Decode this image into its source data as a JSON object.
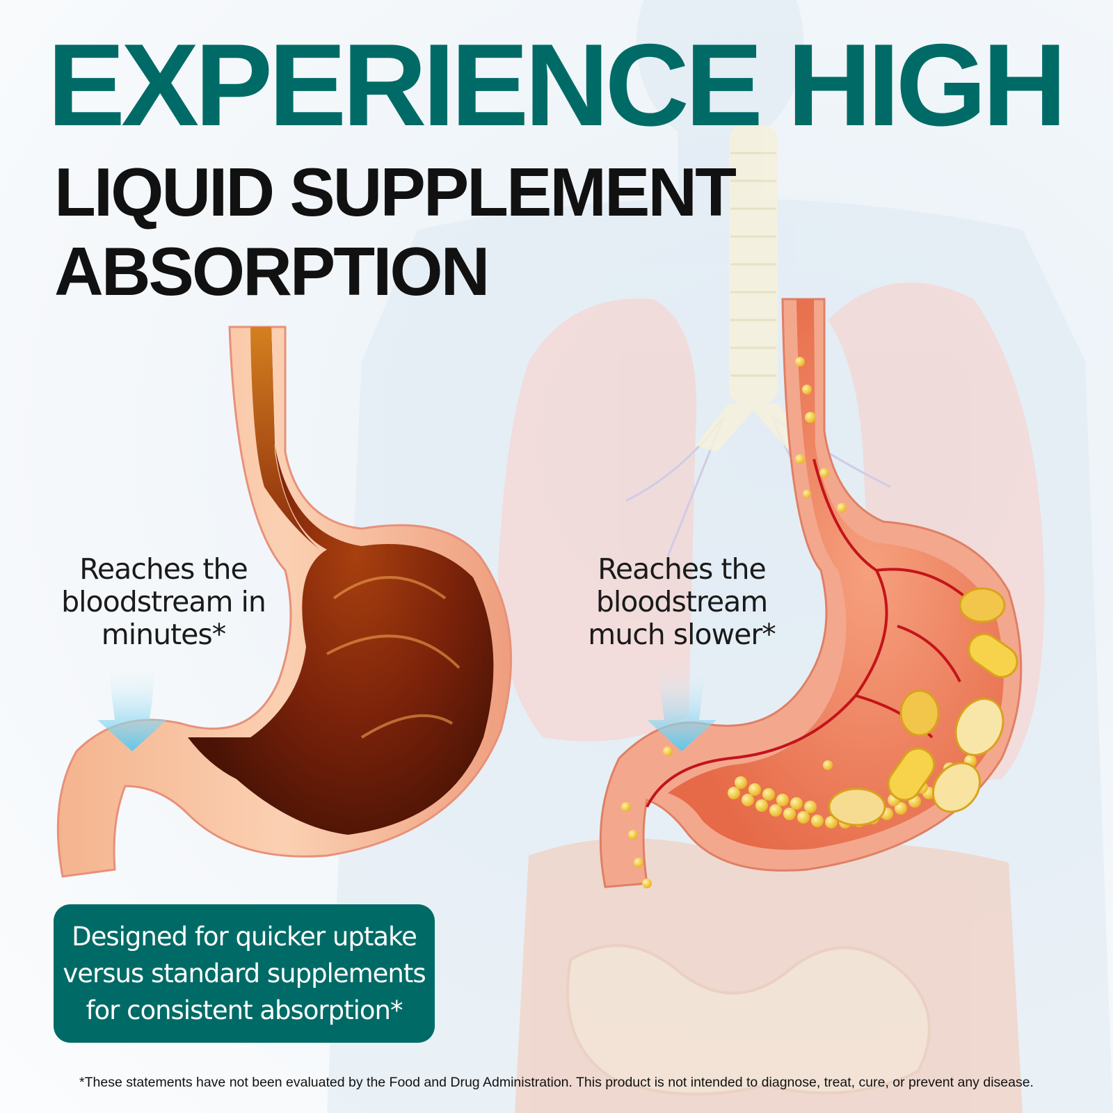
{
  "headline": {
    "line1": "EXPERIENCE HIGH",
    "line2": "LIQUID SUPPLEMENT",
    "line3": "ABSORPTION"
  },
  "left_panel": {
    "caption_lines": [
      "Reaches the",
      "bloodstream in",
      "minutes*"
    ]
  },
  "right_panel": {
    "caption_lines": [
      "Reaches the",
      "bloodstream",
      "much slower*"
    ]
  },
  "callout": {
    "lines": [
      "Designed for quicker uptake",
      "versus standard supplements",
      "for consistent absorption*"
    ]
  },
  "disclaimer": "*These statements have not been evaluated by the Food and Drug Administration. This product is not intended to diagnose, treat, cure, or prevent any disease.",
  "colors": {
    "brand_teal": "#006b66",
    "headline_dark": "#111111",
    "arrow_blue": "#4cc0e6",
    "stomach_wall": "#f3a88e",
    "liquid_amber": "#8a2a0c",
    "supplement_yellow": "#f5cf4a"
  },
  "icons": {
    "left_arrow": "down-arrow-icon",
    "right_arrow": "down-arrow-icon"
  }
}
